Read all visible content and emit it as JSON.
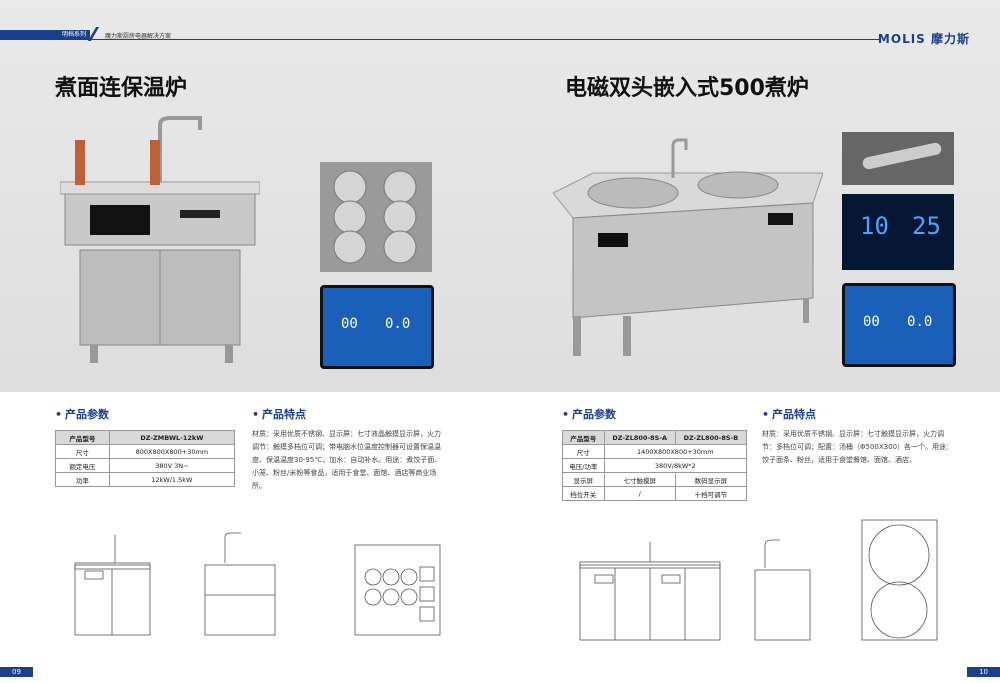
{
  "header": {
    "series": "明档系列",
    "subtitle": "魔力斯厨房电器解决方案",
    "logo": "MOLIS 摩力斯"
  },
  "left": {
    "title": "煮面连保温炉",
    "params_title": "产品参数",
    "features_title": "产品特点",
    "table": {
      "headers": [
        "产品型号",
        "DZ-ZMBWL-12kW"
      ],
      "rows": [
        [
          "尺寸",
          "800X800X800+30mm"
        ],
        [
          "额定电压",
          "380V 3N~"
        ],
        [
          "功率",
          "12kW/1.5kW"
        ]
      ]
    },
    "features": "材质：采用优质不锈钢、显示屏：七寸液晶触摸显示屏，火力调节：触摸多档位可调；带电脑水位温度控制器可设置保温温度、保温温度30-95℃，加水：自动补水。用途：煮饺子面、小笼、粉丝/米粉等食品，适用于食堂、面馆、酒店等商业场所。",
    "screen": {
      "a": "00",
      "b": "0.0"
    }
  },
  "right": {
    "title": "电磁双头嵌入式500煮炉",
    "params_title": "产品参数",
    "features_title": "产品特点",
    "table": {
      "headers": [
        "产品型号",
        "DZ-ZL800-8S-A",
        "DZ-ZL800-8S-B"
      ],
      "rows": [
        [
          "尺寸",
          "1400X800X800+30mm",
          ""
        ],
        [
          "电压/功率",
          "380V/8kW*2",
          ""
        ],
        [
          "显示屏",
          "七寸触摸屏",
          "数码显示屏"
        ],
        [
          "档位开关",
          "/",
          "十档可调节"
        ]
      ]
    },
    "features": "材质：采用优质不锈钢、显示屏：七寸触摸显示屏，火力调节：多档位可调；配置：汤桶（Φ500X300）各一个。用途：饺子面条、粉丝，适用于食堂餐馆、面馆、酒店。",
    "screen": {
      "a": "00",
      "b": "0.0"
    },
    "digit": {
      "a": "10",
      "b": "25"
    }
  },
  "pages": {
    "left": "09",
    "right": "10"
  }
}
